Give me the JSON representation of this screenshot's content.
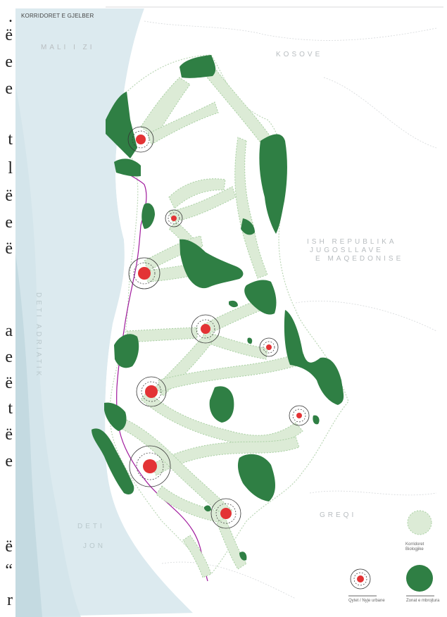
{
  "map": {
    "title": "KORRIDORET E GJELBER",
    "labels": {
      "montenegro": "MALI I ZI",
      "kosovo": "KOSOVE",
      "macedonia_line1": "ISH REPUBLIKA",
      "macedonia_line2": "JUGOSLLAVE",
      "macedonia_line3": "E MAQEDONISE",
      "greece": "GREQI",
      "adriatic": "DETI ADRIATIK",
      "ionian_line1": "DETI",
      "ionian_line2": "JON"
    },
    "legend": {
      "corridor_label": "Korridoret\nBiologjike",
      "city_label": "Qytet / Nyje urbane",
      "green_zone_label": "Zonat e mbrojtura"
    },
    "colors": {
      "sea": "#dceaef",
      "sea_dark": "#c6dce3",
      "land": "#ffffff",
      "corridor_fill": "#dcebd6",
      "corridor_border": "#a8cfa2",
      "protected_green": "#2f7f44",
      "city_red": "#e33335",
      "border_purple": "#a01a9d"
    }
  },
  "left_margin_text": [
    {
      "char": "."
    },
    {
      "char": "ë"
    },
    {
      "char": "e"
    },
    {
      "char": "e"
    },
    {
      "char": "t"
    },
    {
      "char": "l"
    },
    {
      "char": "ë"
    },
    {
      "char": "e"
    },
    {
      "char": "ë"
    },
    {
      "char": "a"
    },
    {
      "char": "e"
    },
    {
      "char": "ë"
    },
    {
      "char": "t"
    },
    {
      "char": "ë"
    },
    {
      "char": "e"
    },
    {
      "char": "ë"
    },
    {
      "char": "“"
    },
    {
      "char": "r"
    }
  ]
}
